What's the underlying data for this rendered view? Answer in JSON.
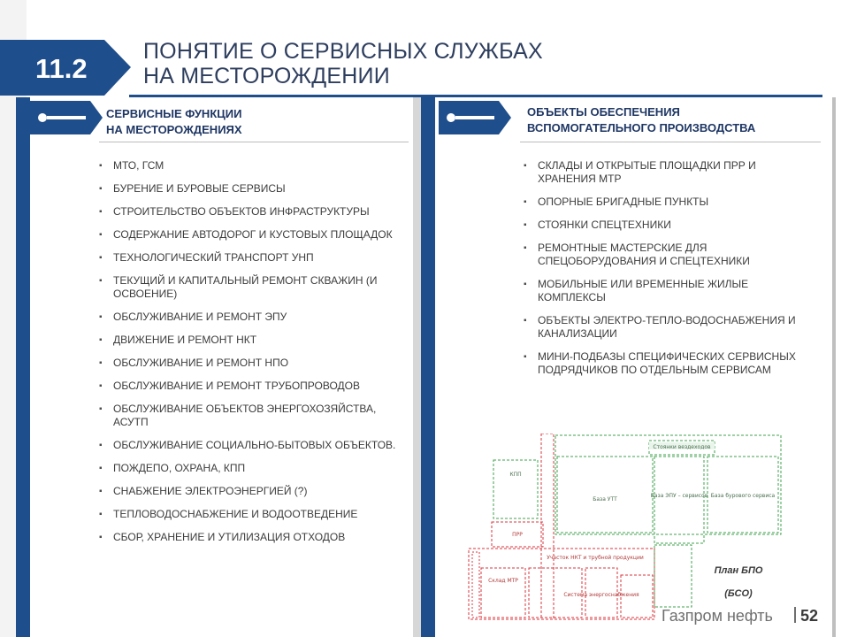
{
  "header": {
    "section_number": "11.2",
    "title_line1": "ПОНЯТИЕ О СЕРВИСНЫХ СЛУЖБАХ",
    "title_line2": "НА МЕСТОРОЖДЕНИИ"
  },
  "left_column": {
    "heading_line1": "СЕРВИСНЫЕ ФУНКЦИИ",
    "heading_line2": "НА МЕСТОРОЖДЕНИЯХ",
    "items": [
      "МТО, ГСМ",
      "БУРЕНИЕ И БУРОВЫЕ СЕРВИСЫ",
      "СТРОИТЕЛЬСТВО ОБЪЕКТОВ ИНФРАСТРУКТУРЫ",
      "СОДЕРЖАНИЕ АВТОДОРОГ И КУСТОВЫХ ПЛОЩАДОК",
      "ТЕХНОЛОГИЧЕСКИЙ ТРАНСПОРТ УНП",
      "ТЕКУЩИЙ И КАПИТАЛЬНЫЙ РЕМОНТ СКВАЖИН (И ОСВОЕНИЕ)",
      "ОБСЛУЖИВАНИЕ И РЕМОНТ ЭПУ",
      "ДВИЖЕНИЕ И РЕМОНТ НКТ",
      "ОБСЛУЖИВАНИЕ И РЕМОНТ НПО",
      "ОБСЛУЖИВАНИЕ И РЕМОНТ ТРУБОПРОВОДОВ",
      "ОБСЛУЖИВАНИЕ ОБЪЕКТОВ ЭНЕРГОХОЗЯЙСТВА, АСУТП",
      "ОБСЛУЖИВАНИЕ СОЦИАЛЬНО-БЫТОВЫХ ОБЪЕКТОВ.",
      "ПОЖДЕПО, ОХРАНА, КПП",
      "СНАБЖЕНИЕ ЭЛЕКТРОЭНЕРГИЕЙ (?)",
      "ТЕПЛОВОДОСНАБЖЕНИЕ И ВОДООТВЕДЕНИЕ",
      "СБОР, ХРАНЕНИЕ И УТИЛИЗАЦИЯ ОТХОДОВ"
    ]
  },
  "right_column": {
    "heading_line1": "ОБЪЕКТЫ ОБЕСПЕЧЕНИЯ",
    "heading_line2": "ВСПОМОГАТЕЛЬНОГО ПРОИЗВОДСТВА",
    "items": [
      "СКЛАДЫ И ОТКРЫТЫЕ ПЛОЩАДКИ ПРР И ХРАНЕНИЯ МТР",
      "ОПОРНЫЕ БРИГАДНЫЕ ПУНКТЫ",
      "СТОЯНКИ СПЕЦТЕХНИКИ",
      "РЕМОНТНЫЕ МАСТЕРСКИЕ ДЛЯ СПЕЦОБОРУДОВАНИЯ И СПЕЦТЕХНИКИ",
      "МОБИЛЬНЫЕ ИЛИ ВРЕМЕННЫЕ ЖИЛЫЕ КОМПЛЕКСЫ",
      "ОБЪЕКТЫ ЭЛЕКТРО-ТЕПЛО-ВОДОСНАБЖЕНИЯ И КАНАЛИЗАЦИИ",
      "МИНИ-ПОДБАЗЫ СПЕЦИФИЧЕСКИХ СЕРВИСНЫХ ПОДРЯДЧИКОВ ПО ОТДЕЛЬНЫМ СЕРВИСАМ"
    ]
  },
  "plan": {
    "label_line1": "План БПО",
    "label_line2": "(БСО)",
    "blocks": {
      "stoyanki": "Стоянки вездеходов",
      "baza_utt": "База УТТ",
      "baza_epu": "База ЭПУ – сервисов",
      "baza_bur": "База бурового сервиса",
      "kpp": "КПП",
      "prr": "ПРР",
      "uchastok_nkt": "Участок НКТ и трубной продукции",
      "sklad_mtr": "Склад МТР",
      "sistema": "Система энергоснабжения"
    }
  },
  "footer": {
    "brand": "Газпром нефть",
    "page_number": "52"
  },
  "colors": {
    "brand_blue": "#1f4e8c",
    "title_text": "#2e3e5e",
    "plan_green": "#3fa34d",
    "plan_red": "#d9363e"
  }
}
